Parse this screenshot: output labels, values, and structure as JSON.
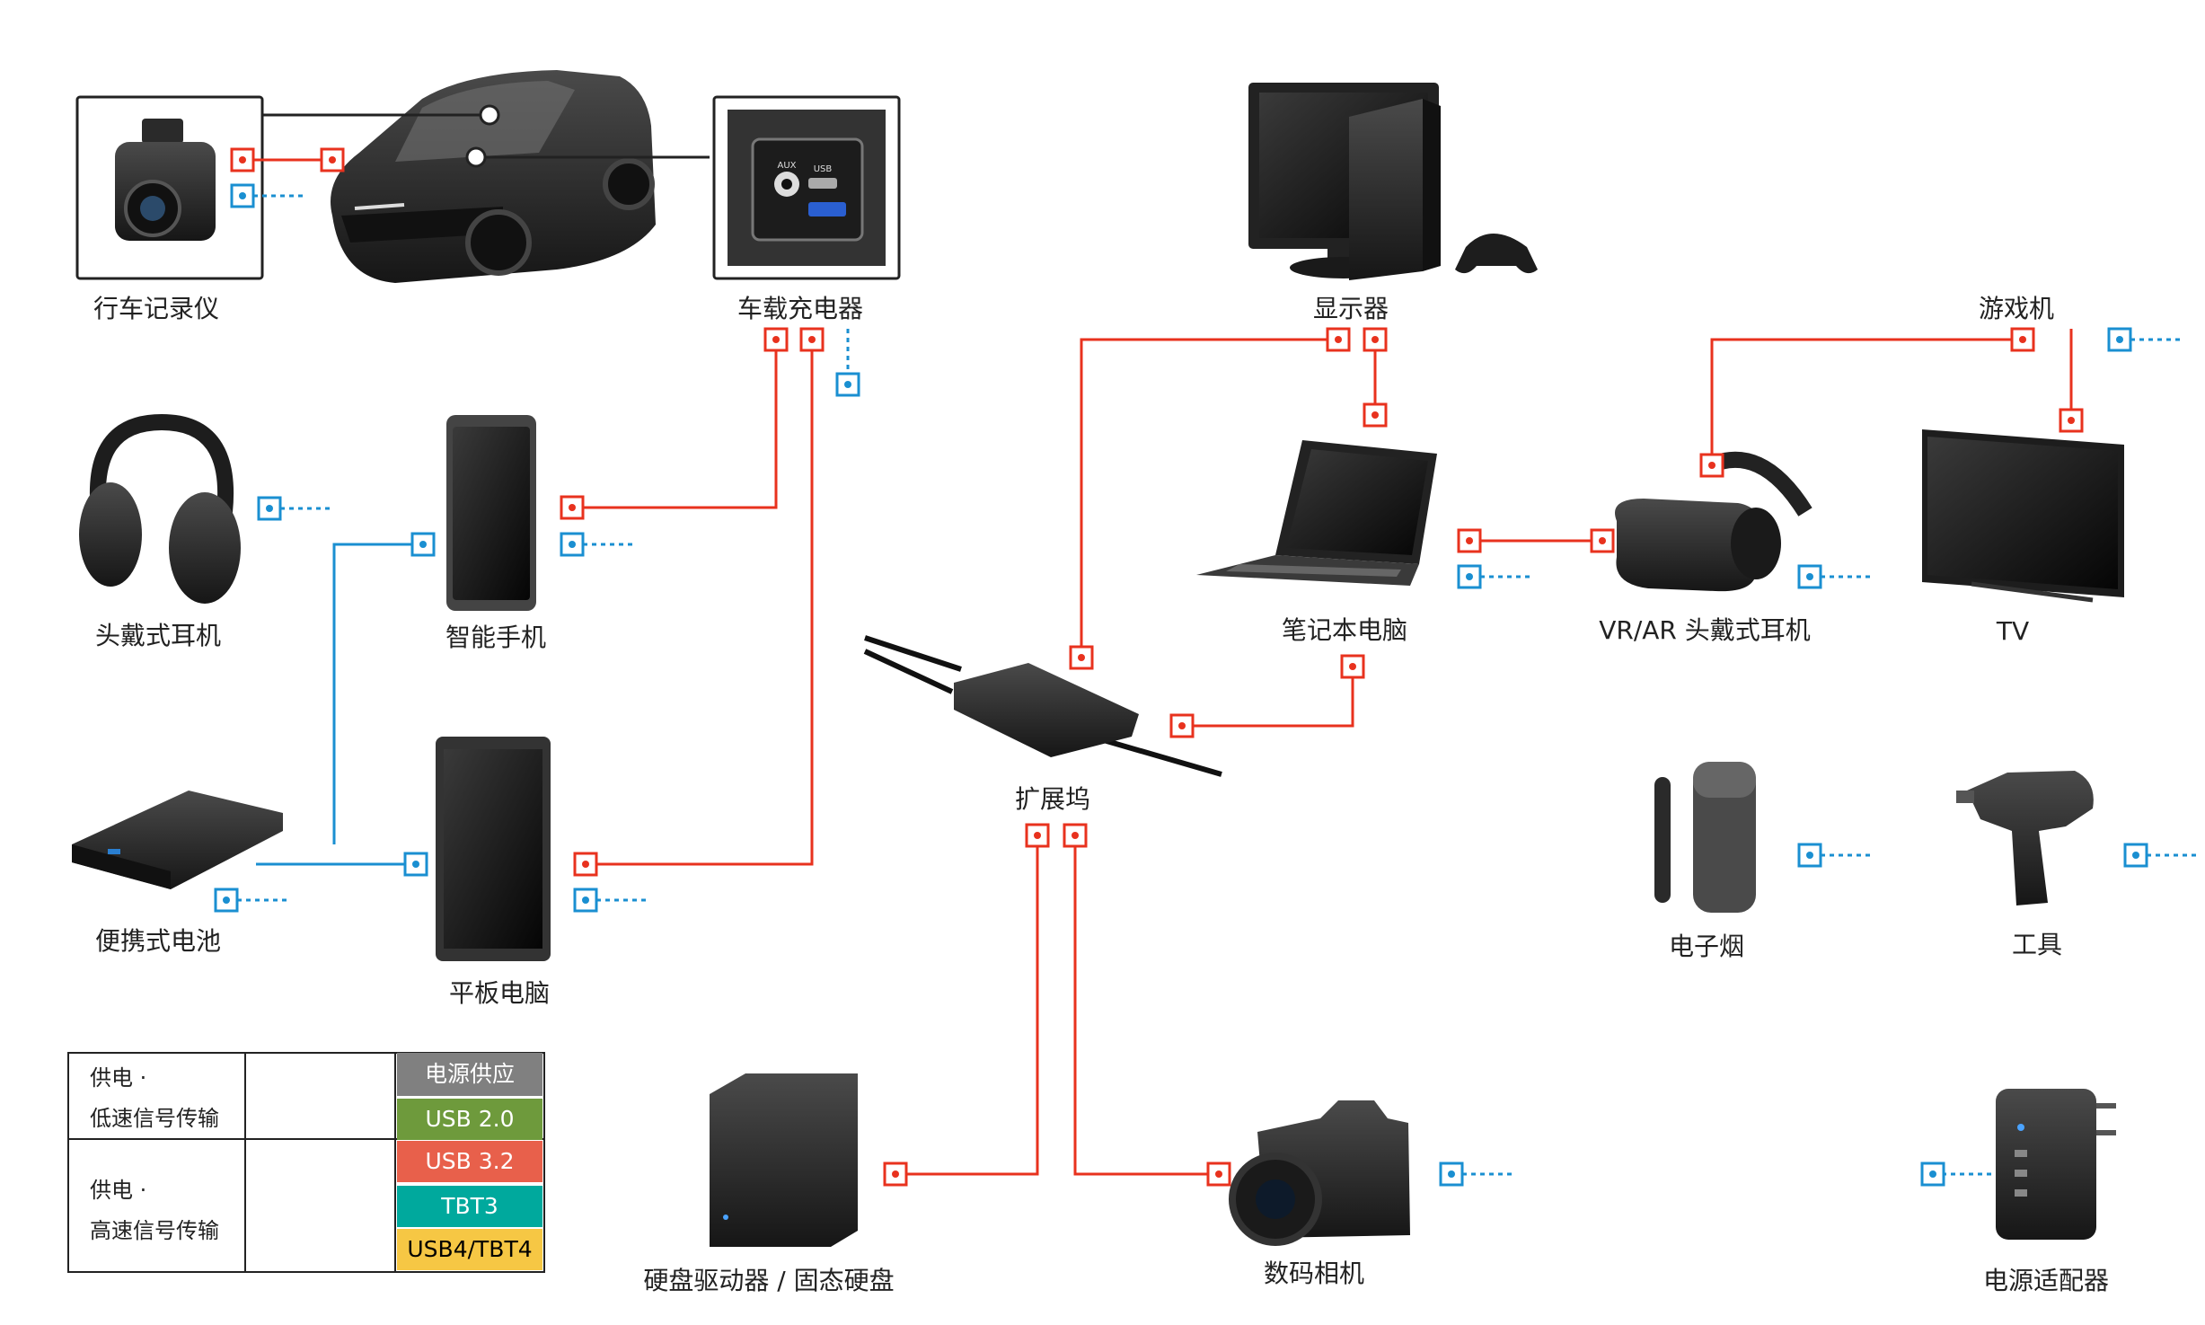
{
  "devices": {
    "dashcam": "行车记录仪",
    "car_charger": "车载充电器",
    "monitor": "显示器",
    "game_console": "游戏机",
    "headphones": "头戴式耳机",
    "smartphone": "智能手机",
    "laptop": "笔记本电脑",
    "vr_headset": "VR/AR 头戴式耳机",
    "tv": "TV",
    "dock": "扩展坞",
    "power_bank": "便携式电池",
    "tablet": "平板电脑",
    "e_cigarette": "电子烟",
    "tool": "工具",
    "hdd_ssd": "硬盘驱动器 / 固态硬盘",
    "camera": "数码相机",
    "power_adapter": "电源适配器"
  },
  "car_port_labels": {
    "aux": "AUX",
    "usb": "USB"
  },
  "legend": {
    "row1_line1": "供电 ·",
    "row1_line2": "低速信号传输",
    "row2_line1": "供电 ·",
    "row2_line2": "高速信号传输",
    "items": [
      {
        "label": "电源供应",
        "bg": "#808080",
        "fg": "#ffffff"
      },
      {
        "label": "USB 2.0",
        "bg": "#6e9a3c",
        "fg": "#ffffff"
      },
      {
        "label": "USB 3.2",
        "bg": "#e8604b",
        "fg": "#ffffff"
      },
      {
        "label": "TBT3",
        "bg": "#00a99d",
        "fg": "#ffffff"
      },
      {
        "label": "USB4/TBT4",
        "bg": "#f6c744",
        "fg": "#000000"
      }
    ]
  },
  "colors": {
    "high_speed": "#e8321e",
    "low_speed": "#1a8fd1",
    "device": "#2b2b2b"
  }
}
